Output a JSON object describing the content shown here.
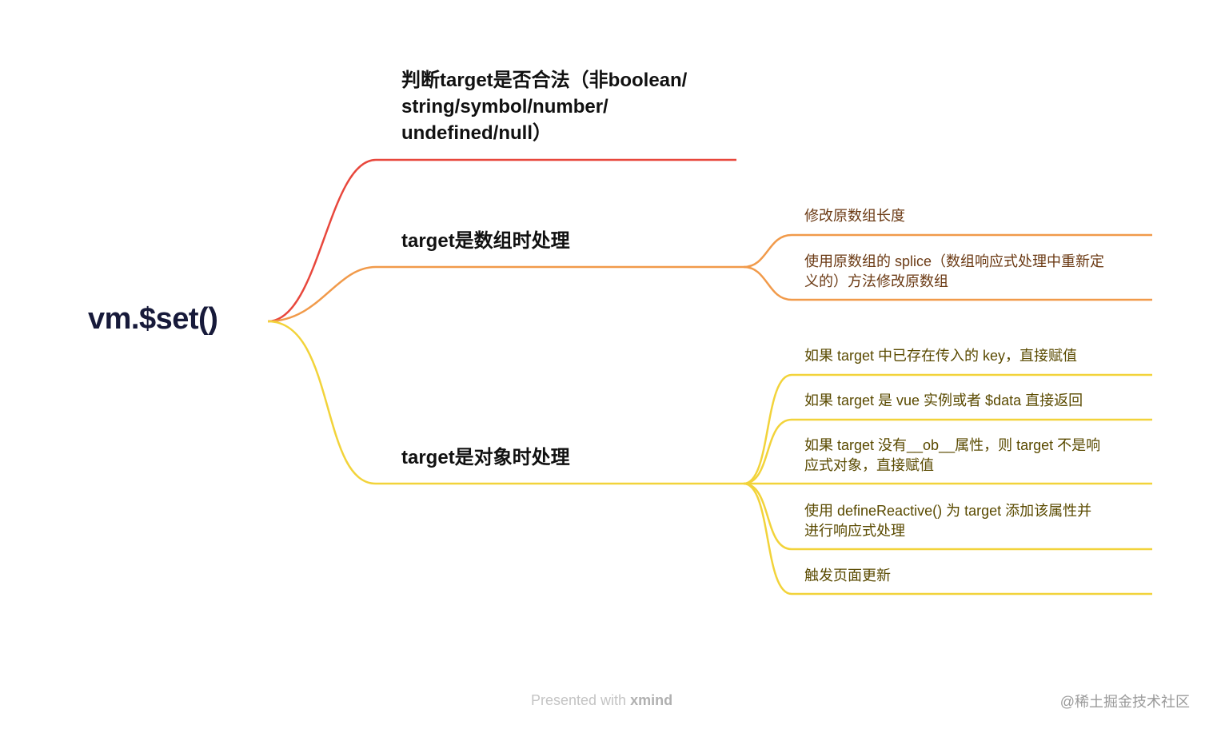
{
  "root": {
    "label": "vm.$set()"
  },
  "branches": [
    {
      "label_lines": [
        "判断target是否合法（非boolean/",
        "string/symbol/number/",
        "undefined/null）"
      ],
      "color": "#e8473c"
    },
    {
      "label": "target是数组时处理",
      "color": "#f19a4a",
      "children": [
        {
          "lines": [
            "修改原数组长度"
          ]
        },
        {
          "lines": [
            "使用原数组的 splice（数组响应式处理中重新定",
            "义的）方法修改原数组"
          ]
        }
      ]
    },
    {
      "label": "target是对象时处理",
      "color": "#f2d33a",
      "children": [
        {
          "lines": [
            "如果 target 中已存在传入的 key，直接赋值"
          ]
        },
        {
          "lines": [
            "如果 target 是 vue 实例或者 $data 直接返回"
          ]
        },
        {
          "lines": [
            "如果 target 没有__ob__属性，则 target 不是响",
            "应式对象，直接赋值"
          ]
        },
        {
          "lines": [
            "使用 defineReactive() 为 target 添加该属性并",
            "进行响应式处理"
          ]
        },
        {
          "lines": [
            "触发页面更新"
          ]
        }
      ]
    }
  ],
  "footer": {
    "prefix": "Presented with",
    "brand": "xmind"
  },
  "watermark": "@稀土掘金技术社区"
}
